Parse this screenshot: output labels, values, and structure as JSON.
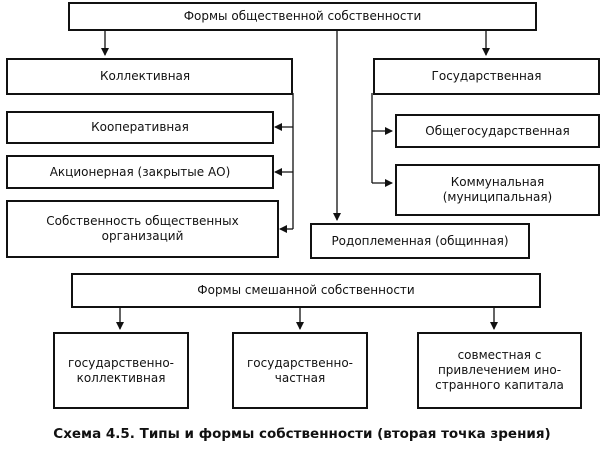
{
  "boxes": {
    "top": "Формы общественной собственности",
    "collective": "Коллективная",
    "state": "Государственная",
    "cooperative": "Кооперативная",
    "joint_stock": "Акционерная (закрытые АО)",
    "public_orgs_line1": "Собственность общественных",
    "public_orgs_line2": "организаций",
    "clan": "Родоплеменная (общинная)",
    "national": "Общегосударственная",
    "communal_line1": "Коммунальная",
    "communal_line2": "(муниципальная)",
    "mixed": "Формы смешанной собственности",
    "state_collective_line1": "государственно-",
    "state_collective_line2": "коллективная",
    "state_private_line1": "государственно-",
    "state_private_line2": "частная",
    "joint_foreign_line1": "совместная с",
    "joint_foreign_line2": "привлечением ино-",
    "joint_foreign_line3": "странного капитала"
  },
  "caption": "Схема 4.5. Типы и формы собственности (вторая точка зрения)"
}
